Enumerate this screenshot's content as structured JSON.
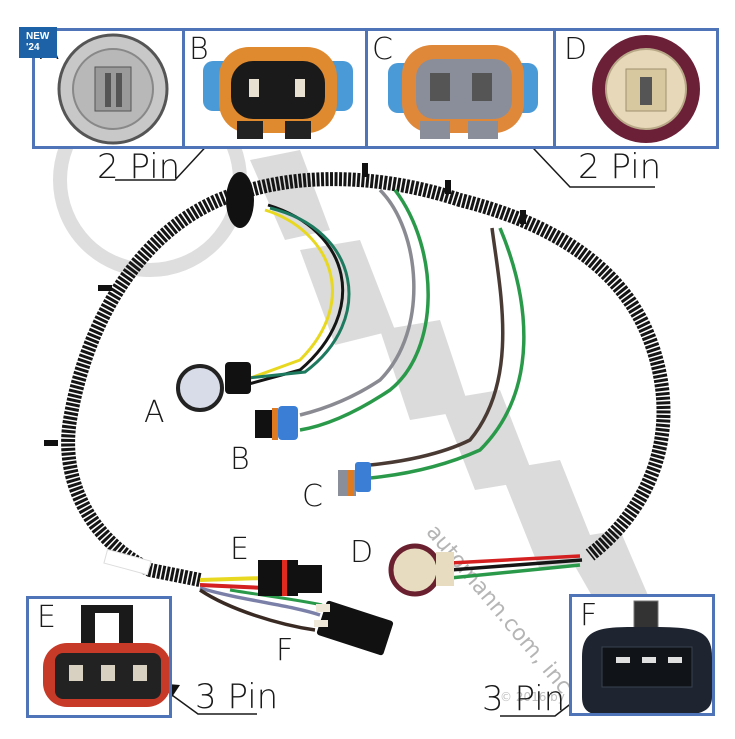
{
  "badge": {
    "line1": "NEW",
    "line2": "'24",
    "color": "#1d62a6"
  },
  "insets": [
    {
      "id": "A",
      "letter": "A",
      "description": "round bulb socket, gray"
    },
    {
      "id": "B",
      "letter": "B",
      "description": "2-pin connector, orange seal, black body"
    },
    {
      "id": "C",
      "letter": "C",
      "description": "2-pin connector, orange seal, gray body"
    },
    {
      "id": "D",
      "letter": "D",
      "description": "round socket, maroon ring, beige insert"
    },
    {
      "id": "E",
      "letter": "E",
      "description": "3-pin connector, red seal, black body"
    },
    {
      "id": "F",
      "letter": "F",
      "description": "3-pin connector, black body"
    }
  ],
  "callouts": {
    "top_left": "2 Pin",
    "top_right": "2 Pin",
    "bottom_left": "3 Pin",
    "bottom_right": "3 Pin"
  },
  "harness_labels": {
    "A": "A",
    "B": "B",
    "C": "C",
    "D": "D",
    "E": "E",
    "F": "F"
  },
  "watermark": {
    "brand": "AUTOMANN",
    "url": "automann.com, inc",
    "registered": "®",
    "copyright": "© 2016 by Automann Inc"
  },
  "colors": {
    "inset_border": "#4f74b8",
    "harness": "#151515",
    "wire_yellow": "#e8d820",
    "wire_green": "#2a9a4a",
    "wire_dark_green": "#1d7a5e",
    "wire_gray": "#8a8a92",
    "wire_brown": "#4a3a34",
    "wire_red": "#d42020",
    "wire_blue_gray": "#7a80a8"
  }
}
